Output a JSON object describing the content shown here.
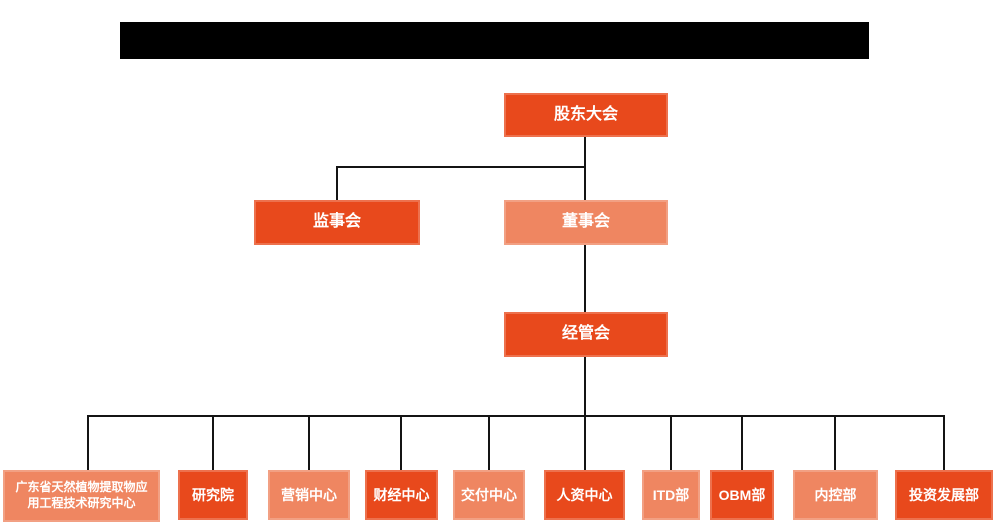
{
  "colors": {
    "node_primary": "#e8491c",
    "node_secondary": "#ef8661",
    "connector": "#141414",
    "label_text": "#ffffff",
    "redaction": "#000000",
    "background": "#ffffff"
  },
  "title_bar": {
    "redacted": true,
    "text": ""
  },
  "org_chart": {
    "type": "org-chart",
    "nodes": [
      {
        "id": "shareholders-meeting",
        "label": "股东大会",
        "variant": "primary",
        "level": 1
      },
      {
        "id": "supervisory-board",
        "label": "监事会",
        "variant": "primary",
        "level": 2
      },
      {
        "id": "board-of-directors",
        "label": "董事会",
        "variant": "secondary",
        "level": 2
      },
      {
        "id": "management-committee",
        "label": "经管会",
        "variant": "primary",
        "level": 3
      },
      {
        "id": "gd-research-center",
        "label": "广东省天然植物提取物应用工程技术研究中心",
        "variant": "secondary",
        "level": 4
      },
      {
        "id": "research-institute",
        "label": "研究院",
        "variant": "primary",
        "level": 4
      },
      {
        "id": "marketing-center",
        "label": "营销中心",
        "variant": "secondary",
        "level": 4
      },
      {
        "id": "finance-center",
        "label": "财经中心",
        "variant": "primary",
        "level": 4
      },
      {
        "id": "delivery-center",
        "label": "交付中心",
        "variant": "secondary",
        "level": 4
      },
      {
        "id": "hr-center",
        "label": "人资中心",
        "variant": "primary",
        "level": 4
      },
      {
        "id": "itd-dept",
        "label": "ITD部",
        "variant": "secondary",
        "level": 4
      },
      {
        "id": "obm-dept",
        "label": "OBM部",
        "variant": "primary",
        "level": 4
      },
      {
        "id": "internal-control-dept",
        "label": "内控部",
        "variant": "secondary",
        "level": 4
      },
      {
        "id": "investment-development-dept",
        "label": "投资发展部",
        "variant": "primary",
        "level": 4
      }
    ],
    "edges": [
      {
        "from": "shareholders-meeting",
        "to": "supervisory-board"
      },
      {
        "from": "shareholders-meeting",
        "to": "board-of-directors"
      },
      {
        "from": "board-of-directors",
        "to": "management-committee"
      },
      {
        "from": "management-committee",
        "to": "gd-research-center"
      },
      {
        "from": "management-committee",
        "to": "research-institute"
      },
      {
        "from": "management-committee",
        "to": "marketing-center"
      },
      {
        "from": "management-committee",
        "to": "finance-center"
      },
      {
        "from": "management-committee",
        "to": "delivery-center"
      },
      {
        "from": "management-committee",
        "to": "hr-center"
      },
      {
        "from": "management-committee",
        "to": "itd-dept"
      },
      {
        "from": "management-committee",
        "to": "obm-dept"
      },
      {
        "from": "management-committee",
        "to": "internal-control-dept"
      },
      {
        "from": "management-committee",
        "to": "investment-development-dept"
      }
    ]
  }
}
